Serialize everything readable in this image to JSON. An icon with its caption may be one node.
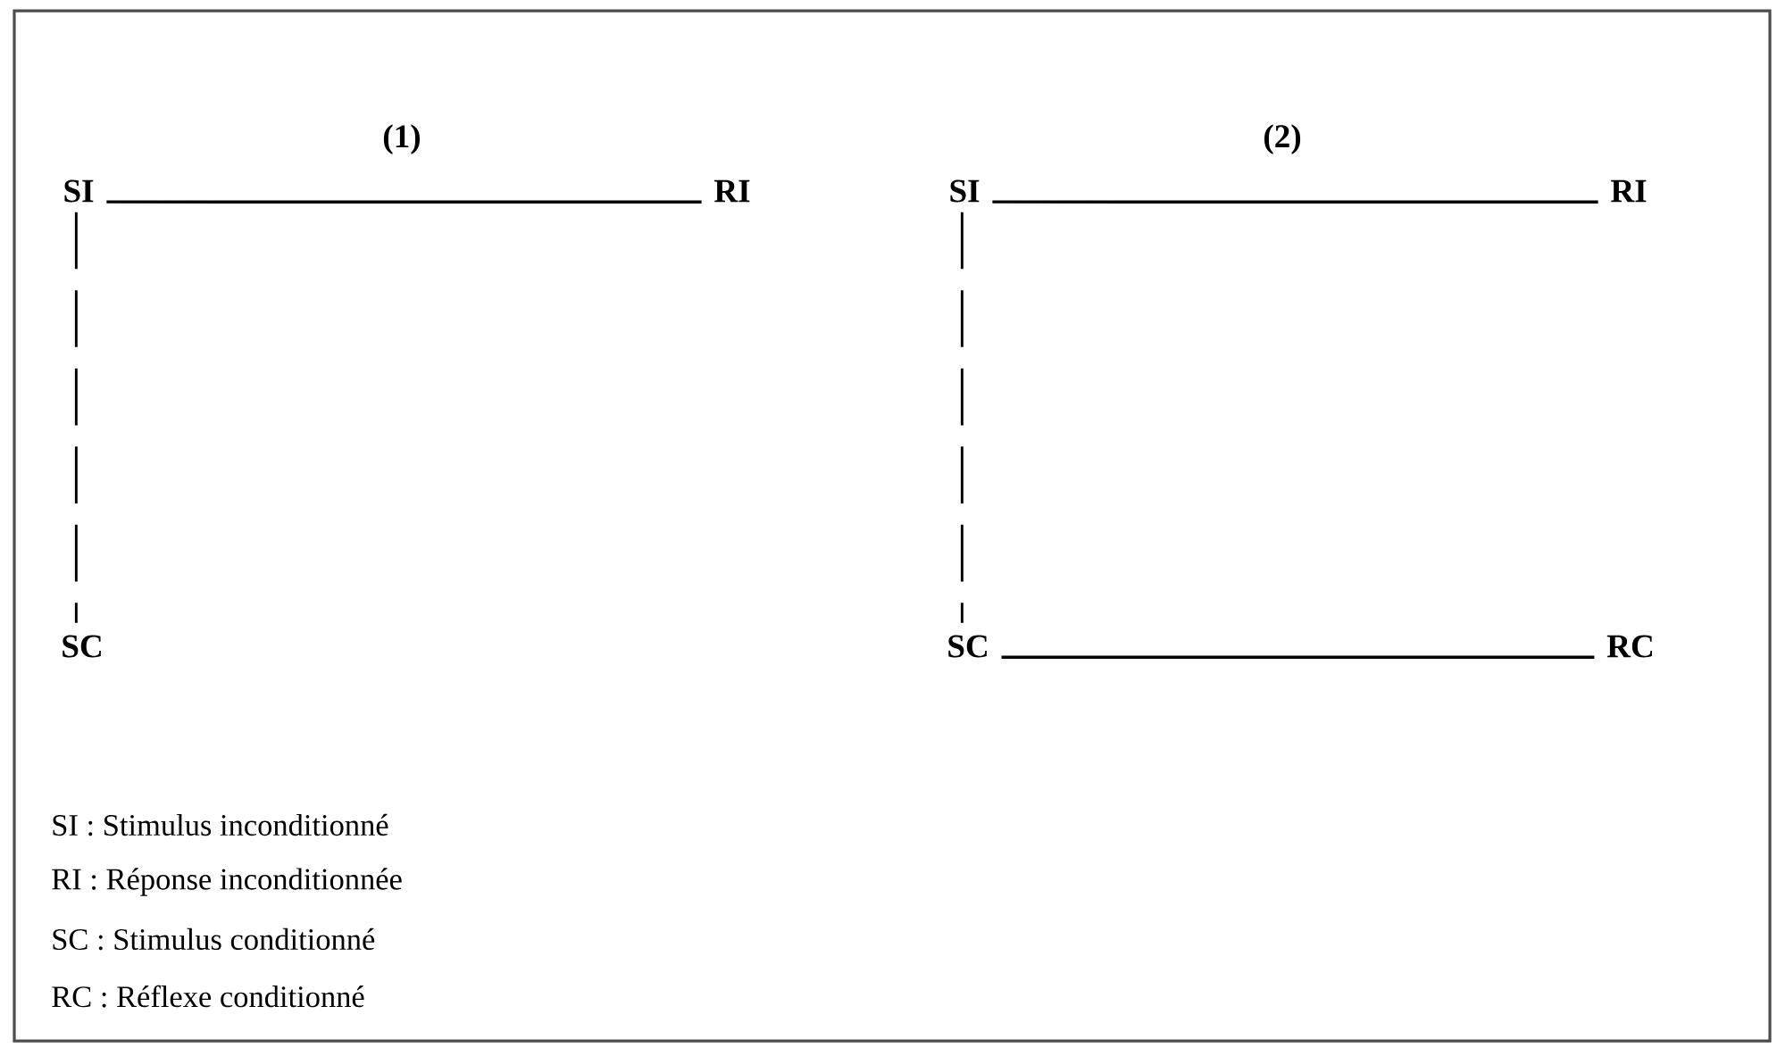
{
  "diagram": {
    "nodes": [
      {
        "text": [
          "SI"
        ]
      },
      {
        "text": [
          "RI"
        ]
      },
      {
        "text": [
          "SC"
        ]
      },
      {
        "text": [
          "SI"
        ]
      },
      {
        "text": [
          "RI"
        ]
      },
      {
        "text": [
          "SC"
        ]
      },
      {
        "text": [
          "RC"
        ]
      }
    ],
    "edges": [
      {
        "from": 0,
        "to": 1,
        "arrow": "none"
      },
      {
        "from": 0,
        "to": 2,
        "arrow": "none",
        "style": "dashed"
      },
      {
        "from": 3,
        "to": 4,
        "arrow": "none"
      },
      {
        "from": 3,
        "to": 5,
        "arrow": "none",
        "style": "dashed"
      },
      {
        "from": 5,
        "to": 6,
        "arrow": "none"
      }
    ],
    "labels": [
      "(1)",
      "(2)",
      "SI : Stimulus inconditionné",
      "RI : Réponse inconditionnée",
      "SC : Stimulus conditionné",
      "RC : Réflexe conditionné"
    ]
  }
}
